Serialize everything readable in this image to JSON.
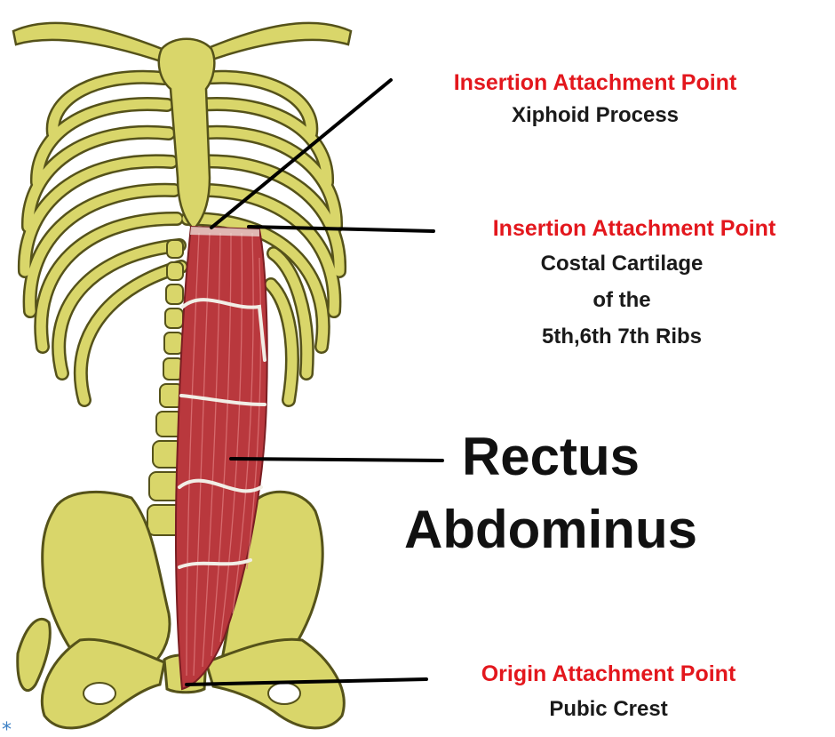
{
  "labels": {
    "xiphoid": {
      "title": "Insertion Attachment Point",
      "subtitle": "Xiphoid Process"
    },
    "costal": {
      "title": "Insertion Attachment Point",
      "line1": "Costal Cartilage",
      "line2": "of the",
      "line3": "5th,6th 7th Ribs"
    },
    "muscle": {
      "line1": "Rectus",
      "line2": "Abdominus"
    },
    "pubic": {
      "title": "Origin Attachment Point",
      "subtitle": "Pubic Crest"
    }
  },
  "colors": {
    "bone": "#d9d66a",
    "bone_outline": "#55521a",
    "muscle": "#b9383d",
    "muscle_fiber": "#e07b7d",
    "label_red": "#e3171d",
    "pointer": "#000000"
  }
}
